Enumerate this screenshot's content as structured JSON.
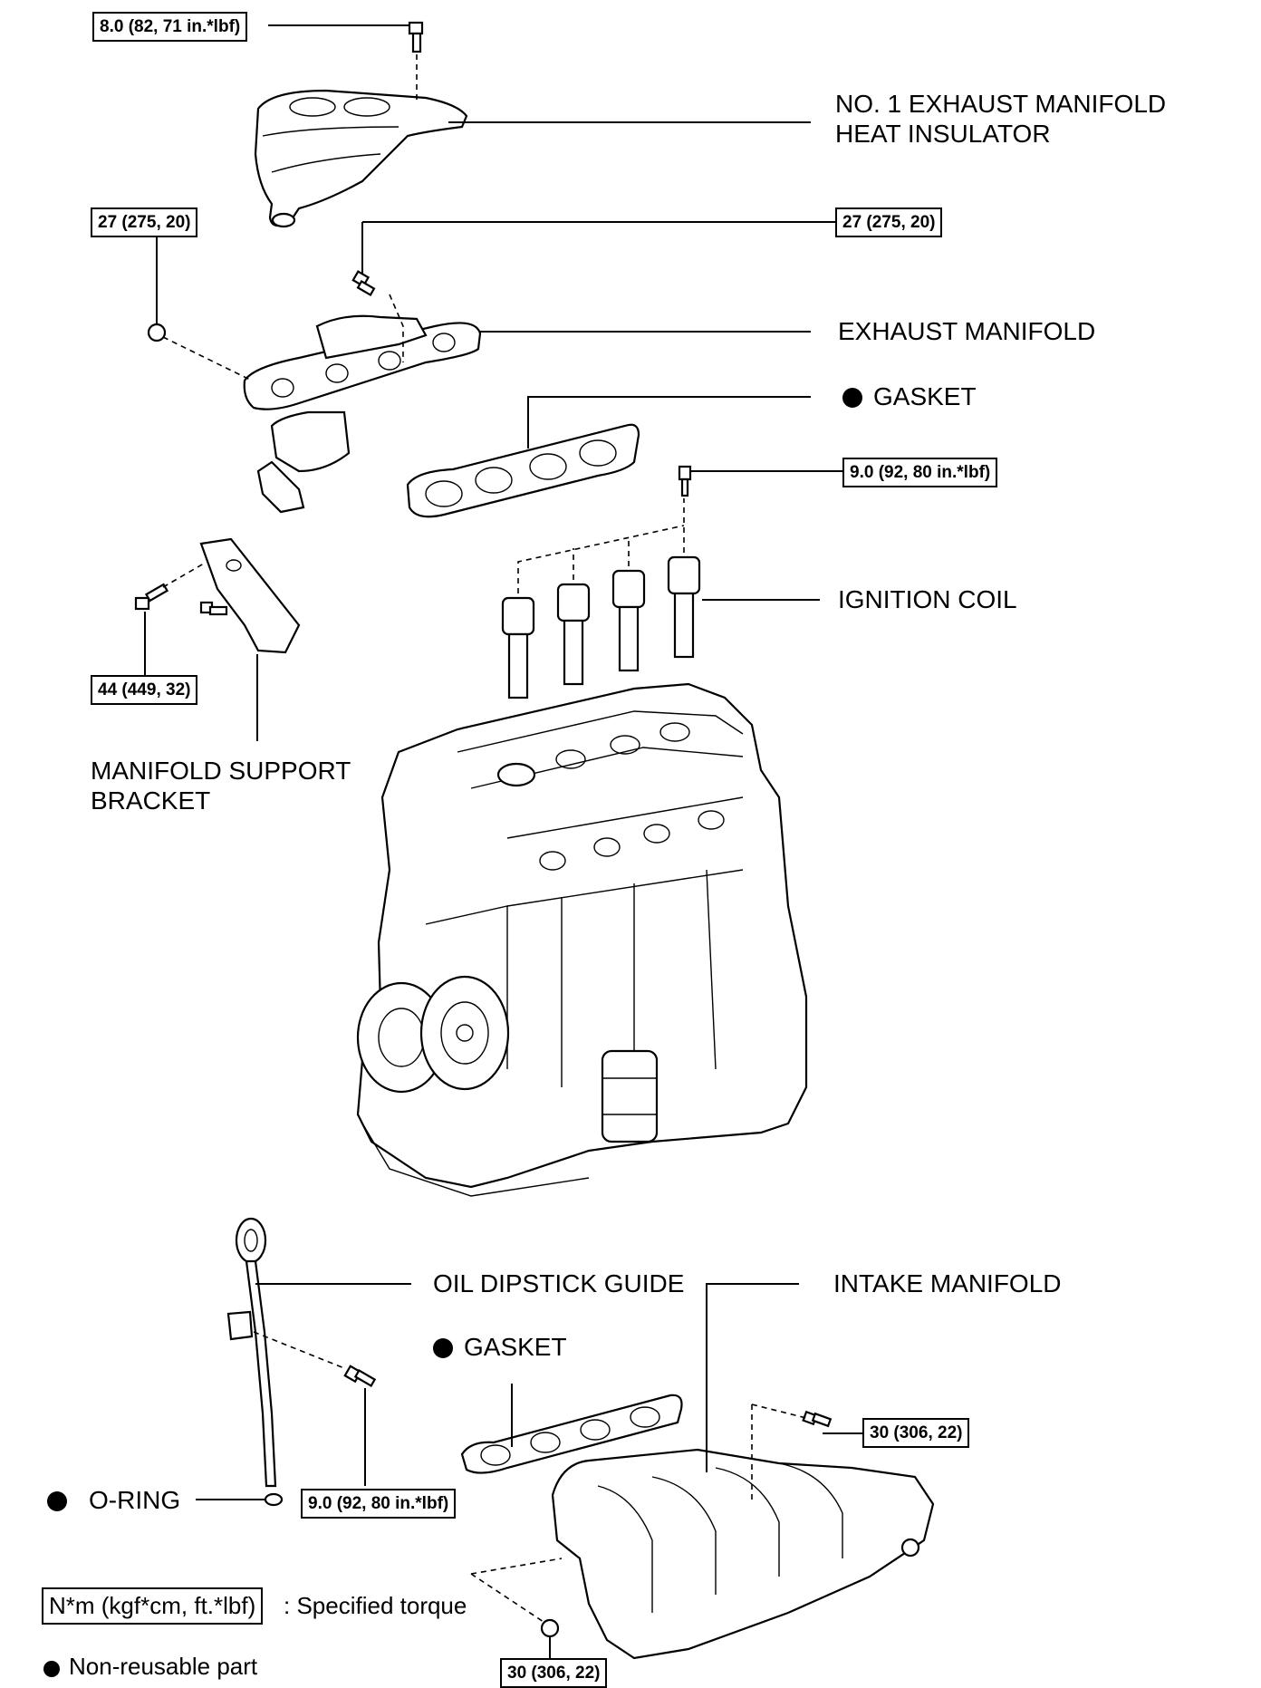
{
  "parts": {
    "heat_insulator": "NO. 1 EXHAUST MANIFOLD\nHEAT INSULATOR",
    "heat_insulator_line1": "NO. 1 EXHAUST MANIFOLD",
    "heat_insulator_line2": "HEAT INSULATOR",
    "exhaust_manifold": "EXHAUST MANIFOLD",
    "gasket_exhaust": "GASKET",
    "ignition_coil": "IGNITION COIL",
    "bracket_line1": "MANIFOLD SUPPORT",
    "bracket_line2": "BRACKET",
    "oil_dipstick_guide": "OIL DIPSTICK GUIDE",
    "intake_manifold": "INTAKE MANIFOLD",
    "gasket_intake": "GASKET",
    "o_ring": "O-RING"
  },
  "torques": {
    "insulator_bolt": "8.0 (82, 71 in.*lbf)",
    "manifold_nut": "27 (275, 20)",
    "manifold_bolt": "27 (275, 20)",
    "coil_bolt": "9.0 (92, 80 in.*lbf)",
    "bracket_bolt": "44 (449, 32)",
    "dipstick_bolt": "9.0 (92, 80 in.*lbf)",
    "intake_bolt": "30 (306, 22)",
    "intake_nut": "30 (306, 22)"
  },
  "legend": {
    "torque_unit": "N*m (kgf*cm, ft.*lbf)",
    "torque_desc": ": Specified torque",
    "non_reusable": "Non-reusable part"
  }
}
